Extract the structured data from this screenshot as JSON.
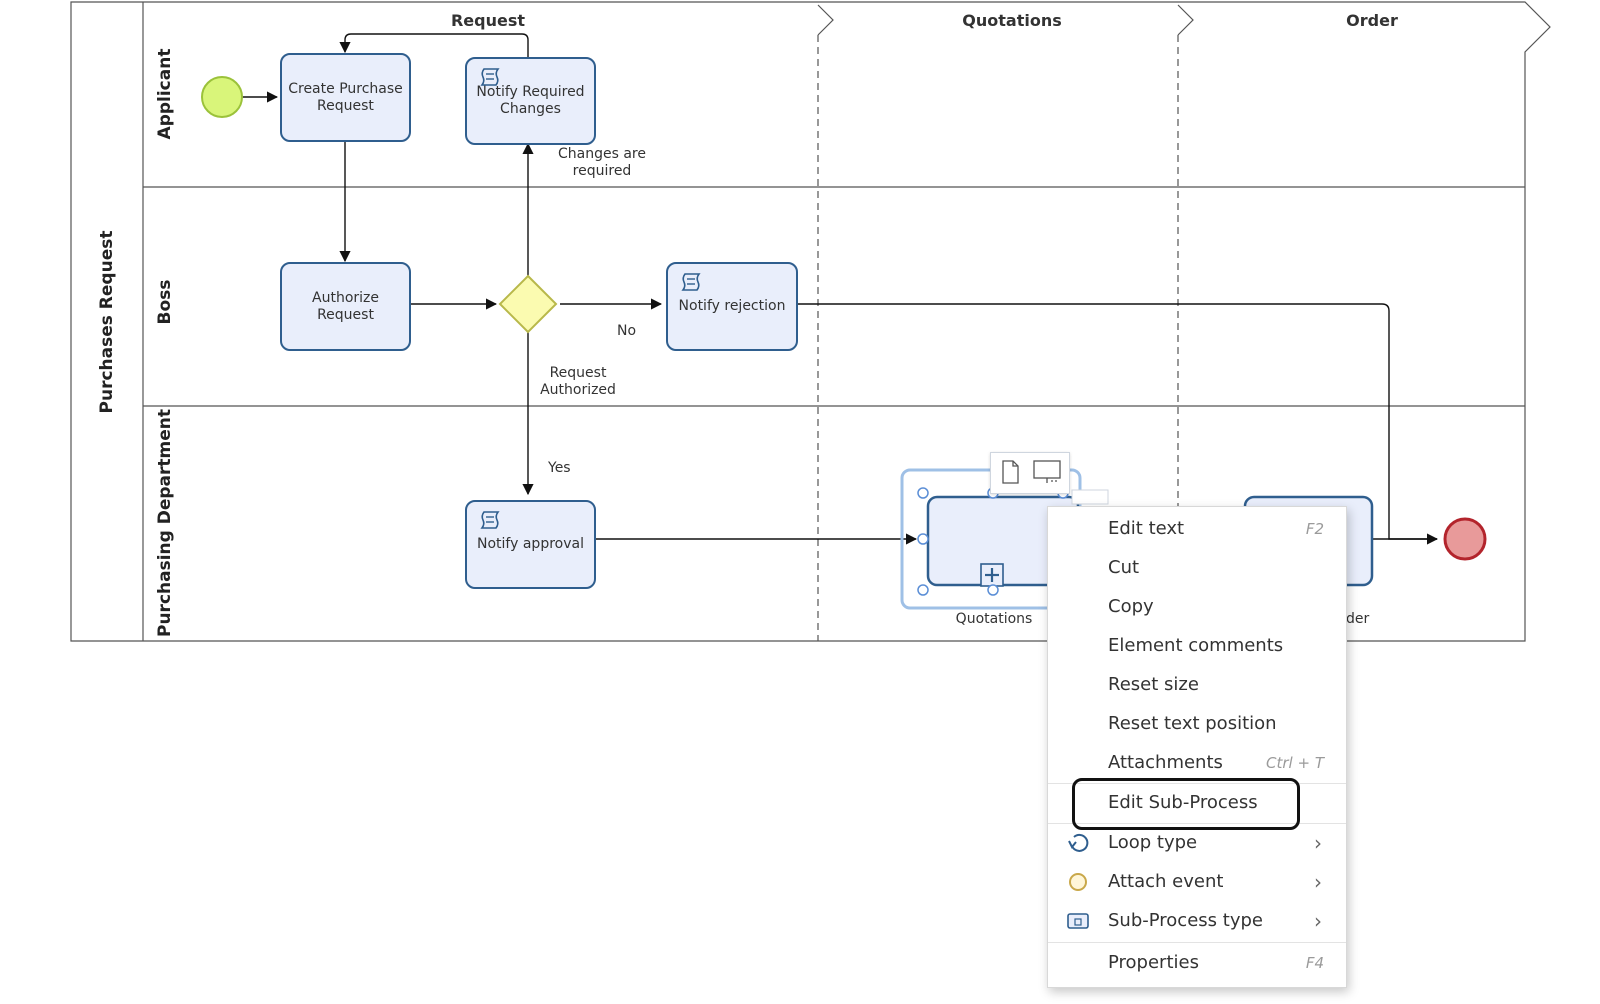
{
  "pool": {
    "label": "Purchases Request"
  },
  "lanes": [
    {
      "label": "Applicant"
    },
    {
      "label": "Boss"
    },
    {
      "label": "Purchasing Department"
    }
  ],
  "phases": [
    {
      "label": "Request"
    },
    {
      "label": "Quotations"
    },
    {
      "label": "Order"
    }
  ],
  "tasks": {
    "create_purchase": "Create Purchase\nRequest",
    "notify_required": "Notify Required\nChanges",
    "authorize": "Authorize\nRequest",
    "notify_rejection": "Notify rejection",
    "notify_approval": "Notify approval"
  },
  "subprocess": {
    "quotations_label": "Quotations",
    "order_label_partial": "der"
  },
  "flow_labels": {
    "changes_required": "Changes are\nrequired",
    "no": "No",
    "request_authorized": "Request\nAuthorized",
    "yes": "Yes"
  },
  "colors": {
    "task_fill": "#e9eefb",
    "task_border": "#2f5e8e",
    "start_event": "#d9f57a",
    "end_event": "#e89a9a",
    "gateway": "#fbfbb0"
  },
  "context_menu": {
    "items": [
      {
        "label": "Edit text",
        "shortcut": "F2"
      },
      {
        "label": "Cut"
      },
      {
        "label": "Copy"
      },
      {
        "label": "Element comments"
      },
      {
        "label": "Reset size"
      },
      {
        "label": "Reset text position"
      },
      {
        "label": "Attachments",
        "shortcut": "Ctrl + T"
      },
      {
        "label": "Edit Sub-Process"
      },
      {
        "label": "Loop type",
        "icon": "loop-icon",
        "submenu": "›"
      },
      {
        "label": "Attach event",
        "icon": "event-circle-icon",
        "submenu": "›"
      },
      {
        "label": "Sub-Process type",
        "icon": "subprocess-type-icon",
        "submenu": "›"
      },
      {
        "label": "Properties",
        "shortcut": "F4"
      }
    ]
  }
}
